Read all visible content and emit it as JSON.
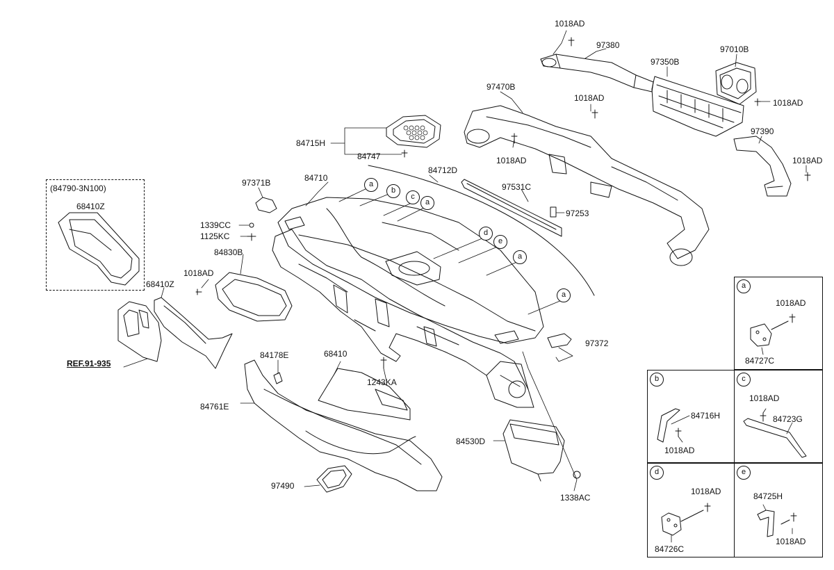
{
  "diagram": {
    "kit_code": "(84790-3N100)",
    "ref_label": "REF.91-935",
    "parts": {
      "p1018ad_a": "1018AD",
      "p97380": "97380",
      "p97350b": "97350B",
      "p97010b": "97010B",
      "p1018ad_b": "1018AD",
      "p97470b": "97470B",
      "p1018ad_c": "1018AD",
      "p1018ad_d": "1018AD",
      "p97390": "97390",
      "p1018ad_e": "1018AD",
      "p84715h": "84715H",
      "p84747": "84747",
      "p68410z_a": "68410Z",
      "p97371b": "97371B",
      "p84710": "84710",
      "p84712d": "84712D",
      "p97531c": "97531C",
      "p97253": "97253",
      "p1339cc": "1339CC",
      "p1125kc": "1125KC",
      "p84830b": "84830B",
      "p1018ad_f": "1018AD",
      "p68410z_b": "68410Z",
      "p97372": "97372",
      "p84178e": "84178E",
      "p68410": "68410",
      "p1243ka": "1243KA",
      "p84761e": "84761E",
      "p84530d": "84530D",
      "p97490": "97490",
      "p1338ac": "1338AC"
    },
    "circle_letters": [
      "a",
      "b",
      "c",
      "a",
      "d",
      "e",
      "a",
      "a"
    ],
    "detail_panels": {
      "a": {
        "letter": "a",
        "fastener": "1018AD",
        "part": "84727C"
      },
      "b": {
        "letter": "b",
        "part": "84716H",
        "fastener": "1018AD"
      },
      "c": {
        "letter": "c",
        "fastener": "1018AD",
        "part": "84723G"
      },
      "d": {
        "letter": "d",
        "fastener": "1018AD",
        "part": "84726C"
      },
      "e": {
        "letter": "e",
        "part": "84725H",
        "fastener": "1018AD"
      }
    }
  }
}
